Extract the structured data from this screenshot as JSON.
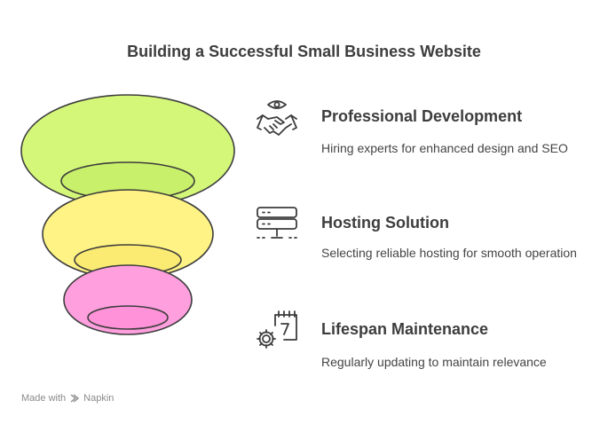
{
  "title": "Building a Successful Small Business Website",
  "items": [
    {
      "title": "Professional Development",
      "description": "Hiring experts for enhanced design and SEO",
      "icon": "eye-handshake-icon",
      "color": "#d4f77a"
    },
    {
      "title": "Hosting Solution",
      "description": "Selecting reliable hosting for smooth operation",
      "icon": "server-icon",
      "color": "#fff385"
    },
    {
      "title": "Lifespan Maintenance",
      "description": "Regularly updating to maintain relevance",
      "icon": "calendar-gear-icon",
      "color": "#ff9fde"
    }
  ],
  "footer": {
    "made_with": "Made with",
    "brand": "Napkin"
  }
}
